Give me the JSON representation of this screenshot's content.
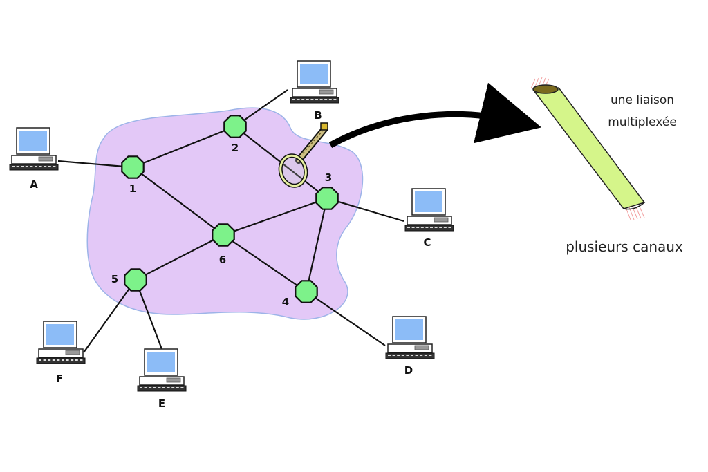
{
  "diagram": {
    "type": "network-topology",
    "colors": {
      "cloud_fill": "#e3c8f7",
      "cloud_stroke": "#9db4e8",
      "router_fill": "#7df28a",
      "screen_fill": "#8cbcf7",
      "link_stroke": "#111111",
      "cable_fill": "#d5f58a",
      "cable_end": "#7a6a1e",
      "magnifier_ring": "#e8f0a0"
    },
    "routers": [
      {
        "id": "1",
        "label": "1"
      },
      {
        "id": "2",
        "label": "2"
      },
      {
        "id": "3",
        "label": "3"
      },
      {
        "id": "4",
        "label": "4"
      },
      {
        "id": "5",
        "label": "5"
      },
      {
        "id": "6",
        "label": "6"
      }
    ],
    "hosts": [
      {
        "id": "A",
        "label": "A",
        "router": "1"
      },
      {
        "id": "B",
        "label": "B",
        "router": "2"
      },
      {
        "id": "C",
        "label": "C",
        "router": "3"
      },
      {
        "id": "D",
        "label": "D",
        "router": "4"
      },
      {
        "id": "E",
        "label": "E",
        "router": "5"
      },
      {
        "id": "F",
        "label": "F",
        "router": "5"
      }
    ],
    "router_links": [
      [
        "1",
        "2"
      ],
      [
        "2",
        "3"
      ],
      [
        "1",
        "6"
      ],
      [
        "6",
        "3"
      ],
      [
        "3",
        "4"
      ],
      [
        "6",
        "4"
      ],
      [
        "6",
        "5"
      ]
    ],
    "zoomed_link": [
      "2",
      "3"
    ],
    "annotation": {
      "title_line1": "une liaison",
      "title_line2": "multiplexée",
      "caption": "plusieurs canaux"
    }
  }
}
